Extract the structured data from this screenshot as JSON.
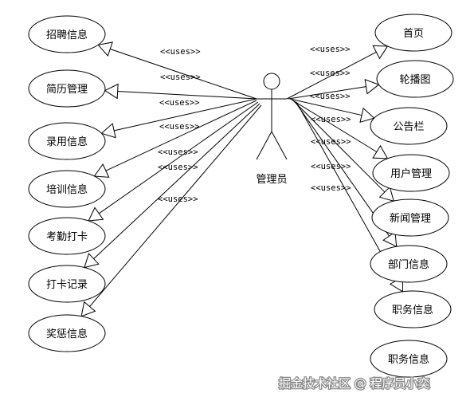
{
  "actor": {
    "name": "管理员"
  },
  "relation_label": "<<uses>>",
  "left_use_cases": [
    {
      "label": "招聘信息"
    },
    {
      "label": "简历管理"
    },
    {
      "label": "录用信息"
    },
    {
      "label": "培训信息"
    },
    {
      "label": "考勤打卡"
    },
    {
      "label": "打卡记录"
    },
    {
      "label": "奖惩信息"
    }
  ],
  "right_use_cases": [
    {
      "label": "首页"
    },
    {
      "label": "轮播图"
    },
    {
      "label": "公告栏"
    },
    {
      "label": "用户管理"
    },
    {
      "label": "新闻管理"
    },
    {
      "label": "部门信息"
    },
    {
      "label": "职务信息"
    },
    {
      "label": "职务信息"
    }
  ],
  "watermark": "掘金技术社区 @ 程序员小奕"
}
